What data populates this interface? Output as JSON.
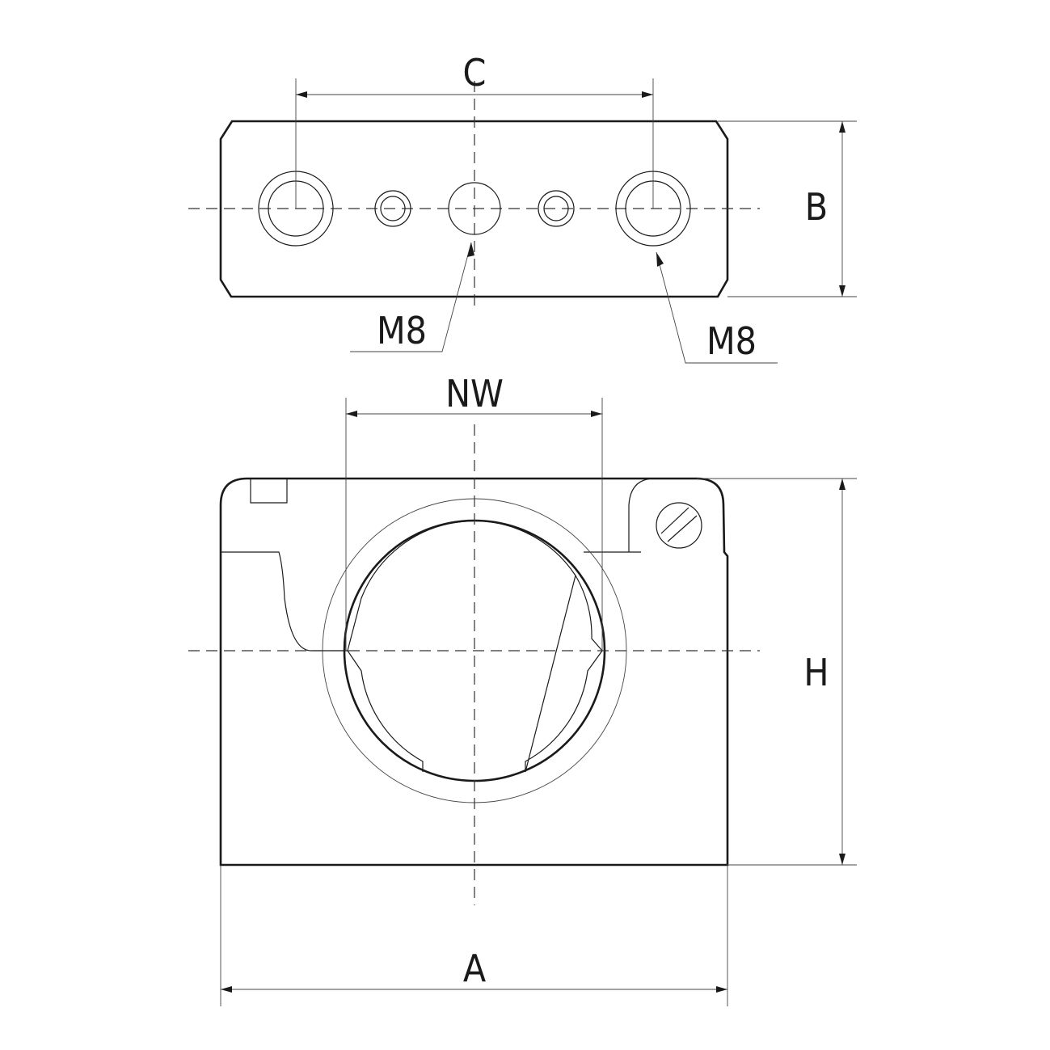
{
  "title": "Linear bearing housing dimension drawing",
  "labels": {
    "c": "C",
    "b": "B",
    "m8_center": "M8",
    "m8_right": "M8",
    "nw": "NW",
    "h": "H",
    "a": "A"
  },
  "colors": {
    "line": "#1a1a1a",
    "background": "#ffffff"
  }
}
